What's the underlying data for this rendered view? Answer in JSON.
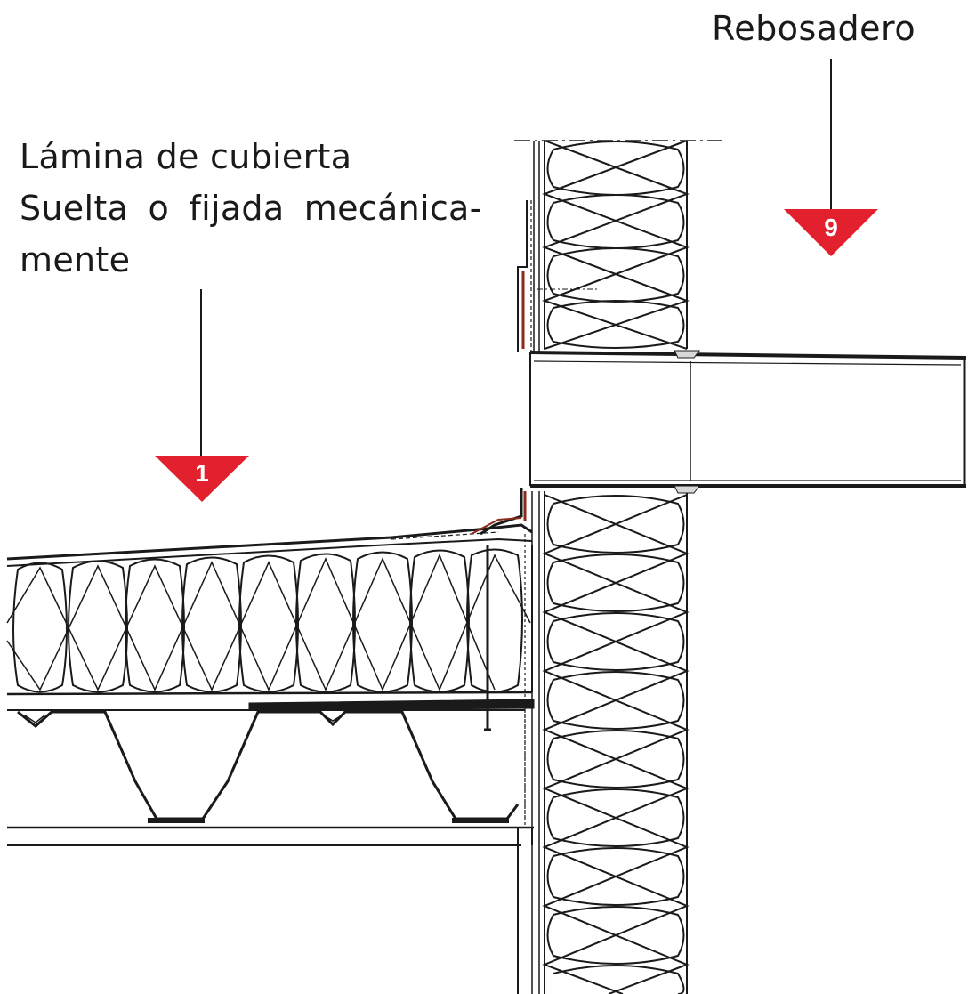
{
  "labels": {
    "overflow": "Rebosadero",
    "membrane_line1": "Lámina de cubierta",
    "membrane_line2": "Suelta o fijada mecánica-",
    "membrane_line3": "mente"
  },
  "markers": [
    {
      "id": "marker-1",
      "number": "1"
    },
    {
      "id": "marker-9",
      "number": "9"
    }
  ],
  "colors": {
    "marker_red": "#e3202d",
    "line": "#1a1a1a",
    "background": "#ffffff"
  }
}
